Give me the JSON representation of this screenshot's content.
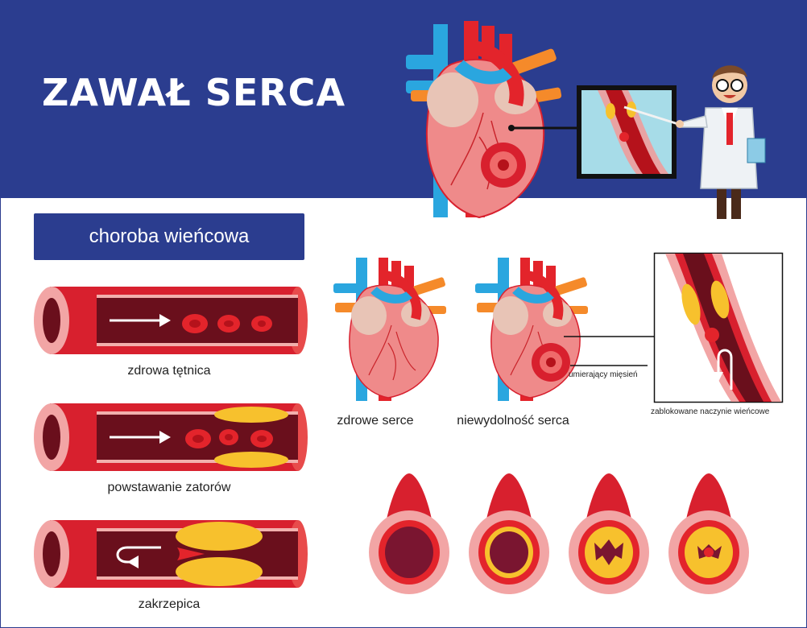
{
  "title": "ZAWAŁ SERCA",
  "subtitle": "choroba wieńcowa",
  "artery_stages": [
    {
      "label": "zdrowa tętnica"
    },
    {
      "label": "powstawanie zatorów"
    },
    {
      "label": "zakrzepica"
    }
  ],
  "hearts": [
    {
      "label": "zdrowe serce"
    },
    {
      "label": "niewydolność serca"
    }
  ],
  "callouts": {
    "dying_muscle": "umierający mięsień",
    "blocked_vessel": "zablokowane naczynie wieńcowe"
  },
  "colors": {
    "banner_blue": "#2b3d8f",
    "artery_red": "#d8202e",
    "artery_dark": "#6a0f1c",
    "heart_pink": "#ef8a8a",
    "plaque_yellow": "#f7c12d",
    "vein_blue": "#2aa6df",
    "aorta_orange": "#f58a2a"
  }
}
